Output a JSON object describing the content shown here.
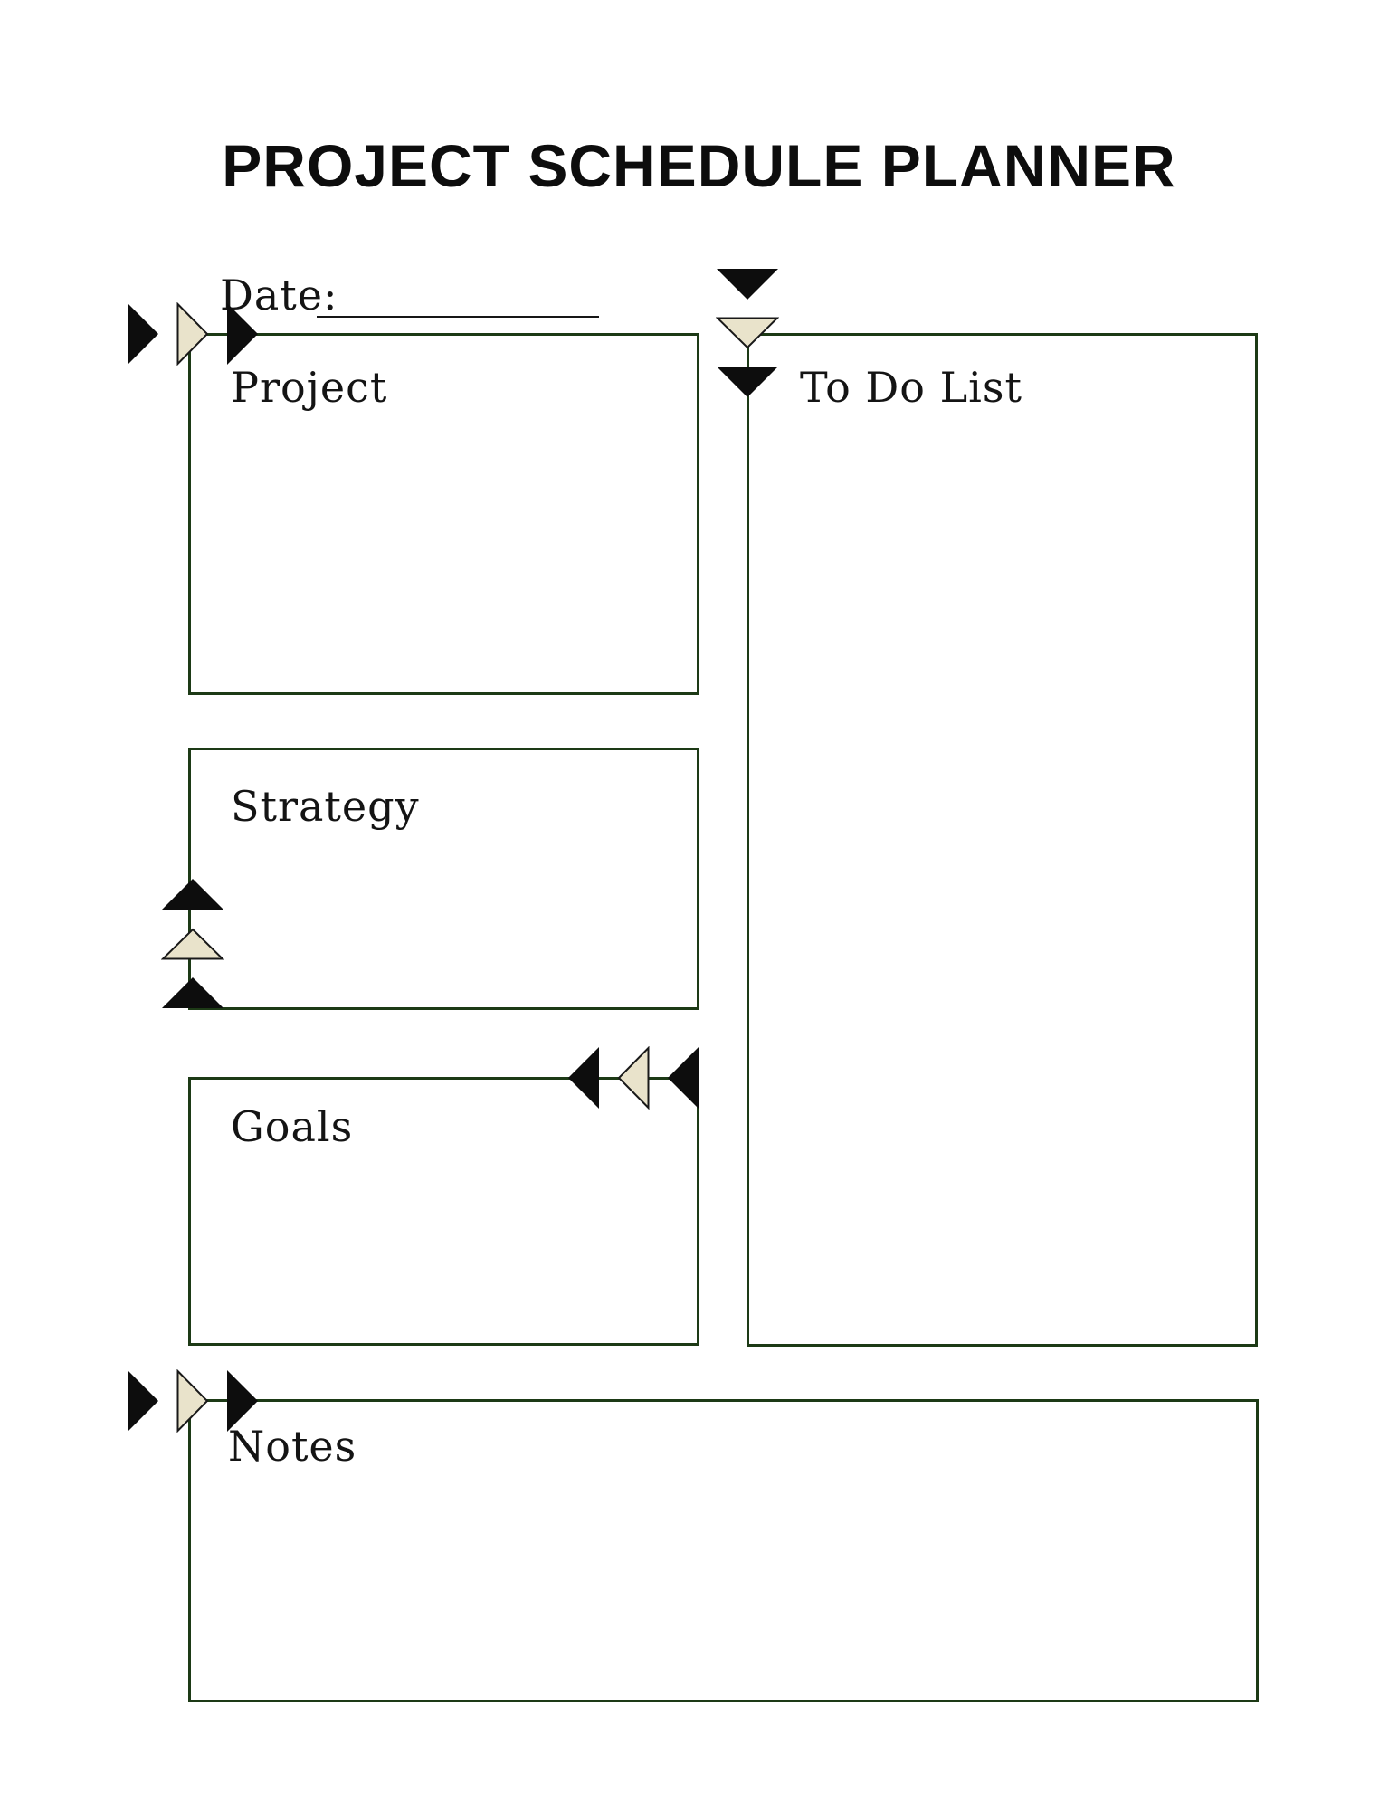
{
  "page": {
    "title": "PROJECT SCHEDULE PLANNER"
  },
  "date": {
    "label": "Date:",
    "value": ""
  },
  "sections": {
    "project": {
      "label": "Project"
    },
    "strategy": {
      "label": "Strategy"
    },
    "goals": {
      "label": "Goals"
    },
    "todo": {
      "label": "To Do List"
    },
    "notes": {
      "label": "Notes"
    }
  },
  "icons": {
    "triangle_clusters": [
      {
        "name": "project-arrows",
        "direction": "right",
        "order": [
          "black",
          "cream",
          "black"
        ]
      },
      {
        "name": "todo-arrows",
        "direction": "down",
        "order": [
          "black",
          "cream",
          "black"
        ]
      },
      {
        "name": "strategy-arrows",
        "direction": "up",
        "order": [
          "black",
          "cream",
          "black"
        ]
      },
      {
        "name": "goals-arrows",
        "direction": "left",
        "order": [
          "black",
          "cream",
          "black"
        ]
      },
      {
        "name": "notes-arrows",
        "direction": "right",
        "order": [
          "black",
          "cream",
          "black"
        ]
      }
    ]
  },
  "colors": {
    "border_green": "#1d3a16",
    "triangle_black": "#0d0d0d",
    "triangle_cream": "#e9e3cb",
    "triangle_stroke": "#191919",
    "text_black": "#141414"
  }
}
